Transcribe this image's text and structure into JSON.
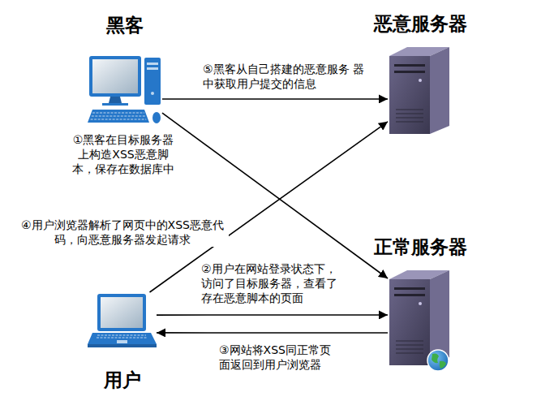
{
  "diagram": {
    "nodes": [
      {
        "text": [
          "黑客"
        ]
      },
      {
        "text": [
          "恶意服务器"
        ]
      },
      {
        "text": [
          "正常服务器"
        ]
      },
      {
        "text": [
          "用户"
        ]
      }
    ],
    "edges": [
      {
        "from": 0,
        "to": 1,
        "arrow": "to",
        "label": "⑤黑客从自己搭建的恶意服务 器中获取用户提交的信息"
      },
      {
        "from": 0,
        "to": 2,
        "arrow": "to",
        "label": "①黑客在目标服务器 上构造XSS恶意脚 本，保存在数据库中"
      },
      {
        "from": 3,
        "to": 1,
        "arrow": "to",
        "label": "④用户浏览器解析了网页中的XSS恶意代 码，向恶意服务器发起请求"
      },
      {
        "from": 3,
        "to": 2,
        "arrow": "to",
        "label": "②用户在网站登录状态下， 访问了目标服务器，查看了 存在恶意脚本的页面"
      },
      {
        "from": 2,
        "to": 3,
        "arrow": "to",
        "label": "③网站将XSS同正常页 面返回到用户浏览器"
      }
    ]
  }
}
